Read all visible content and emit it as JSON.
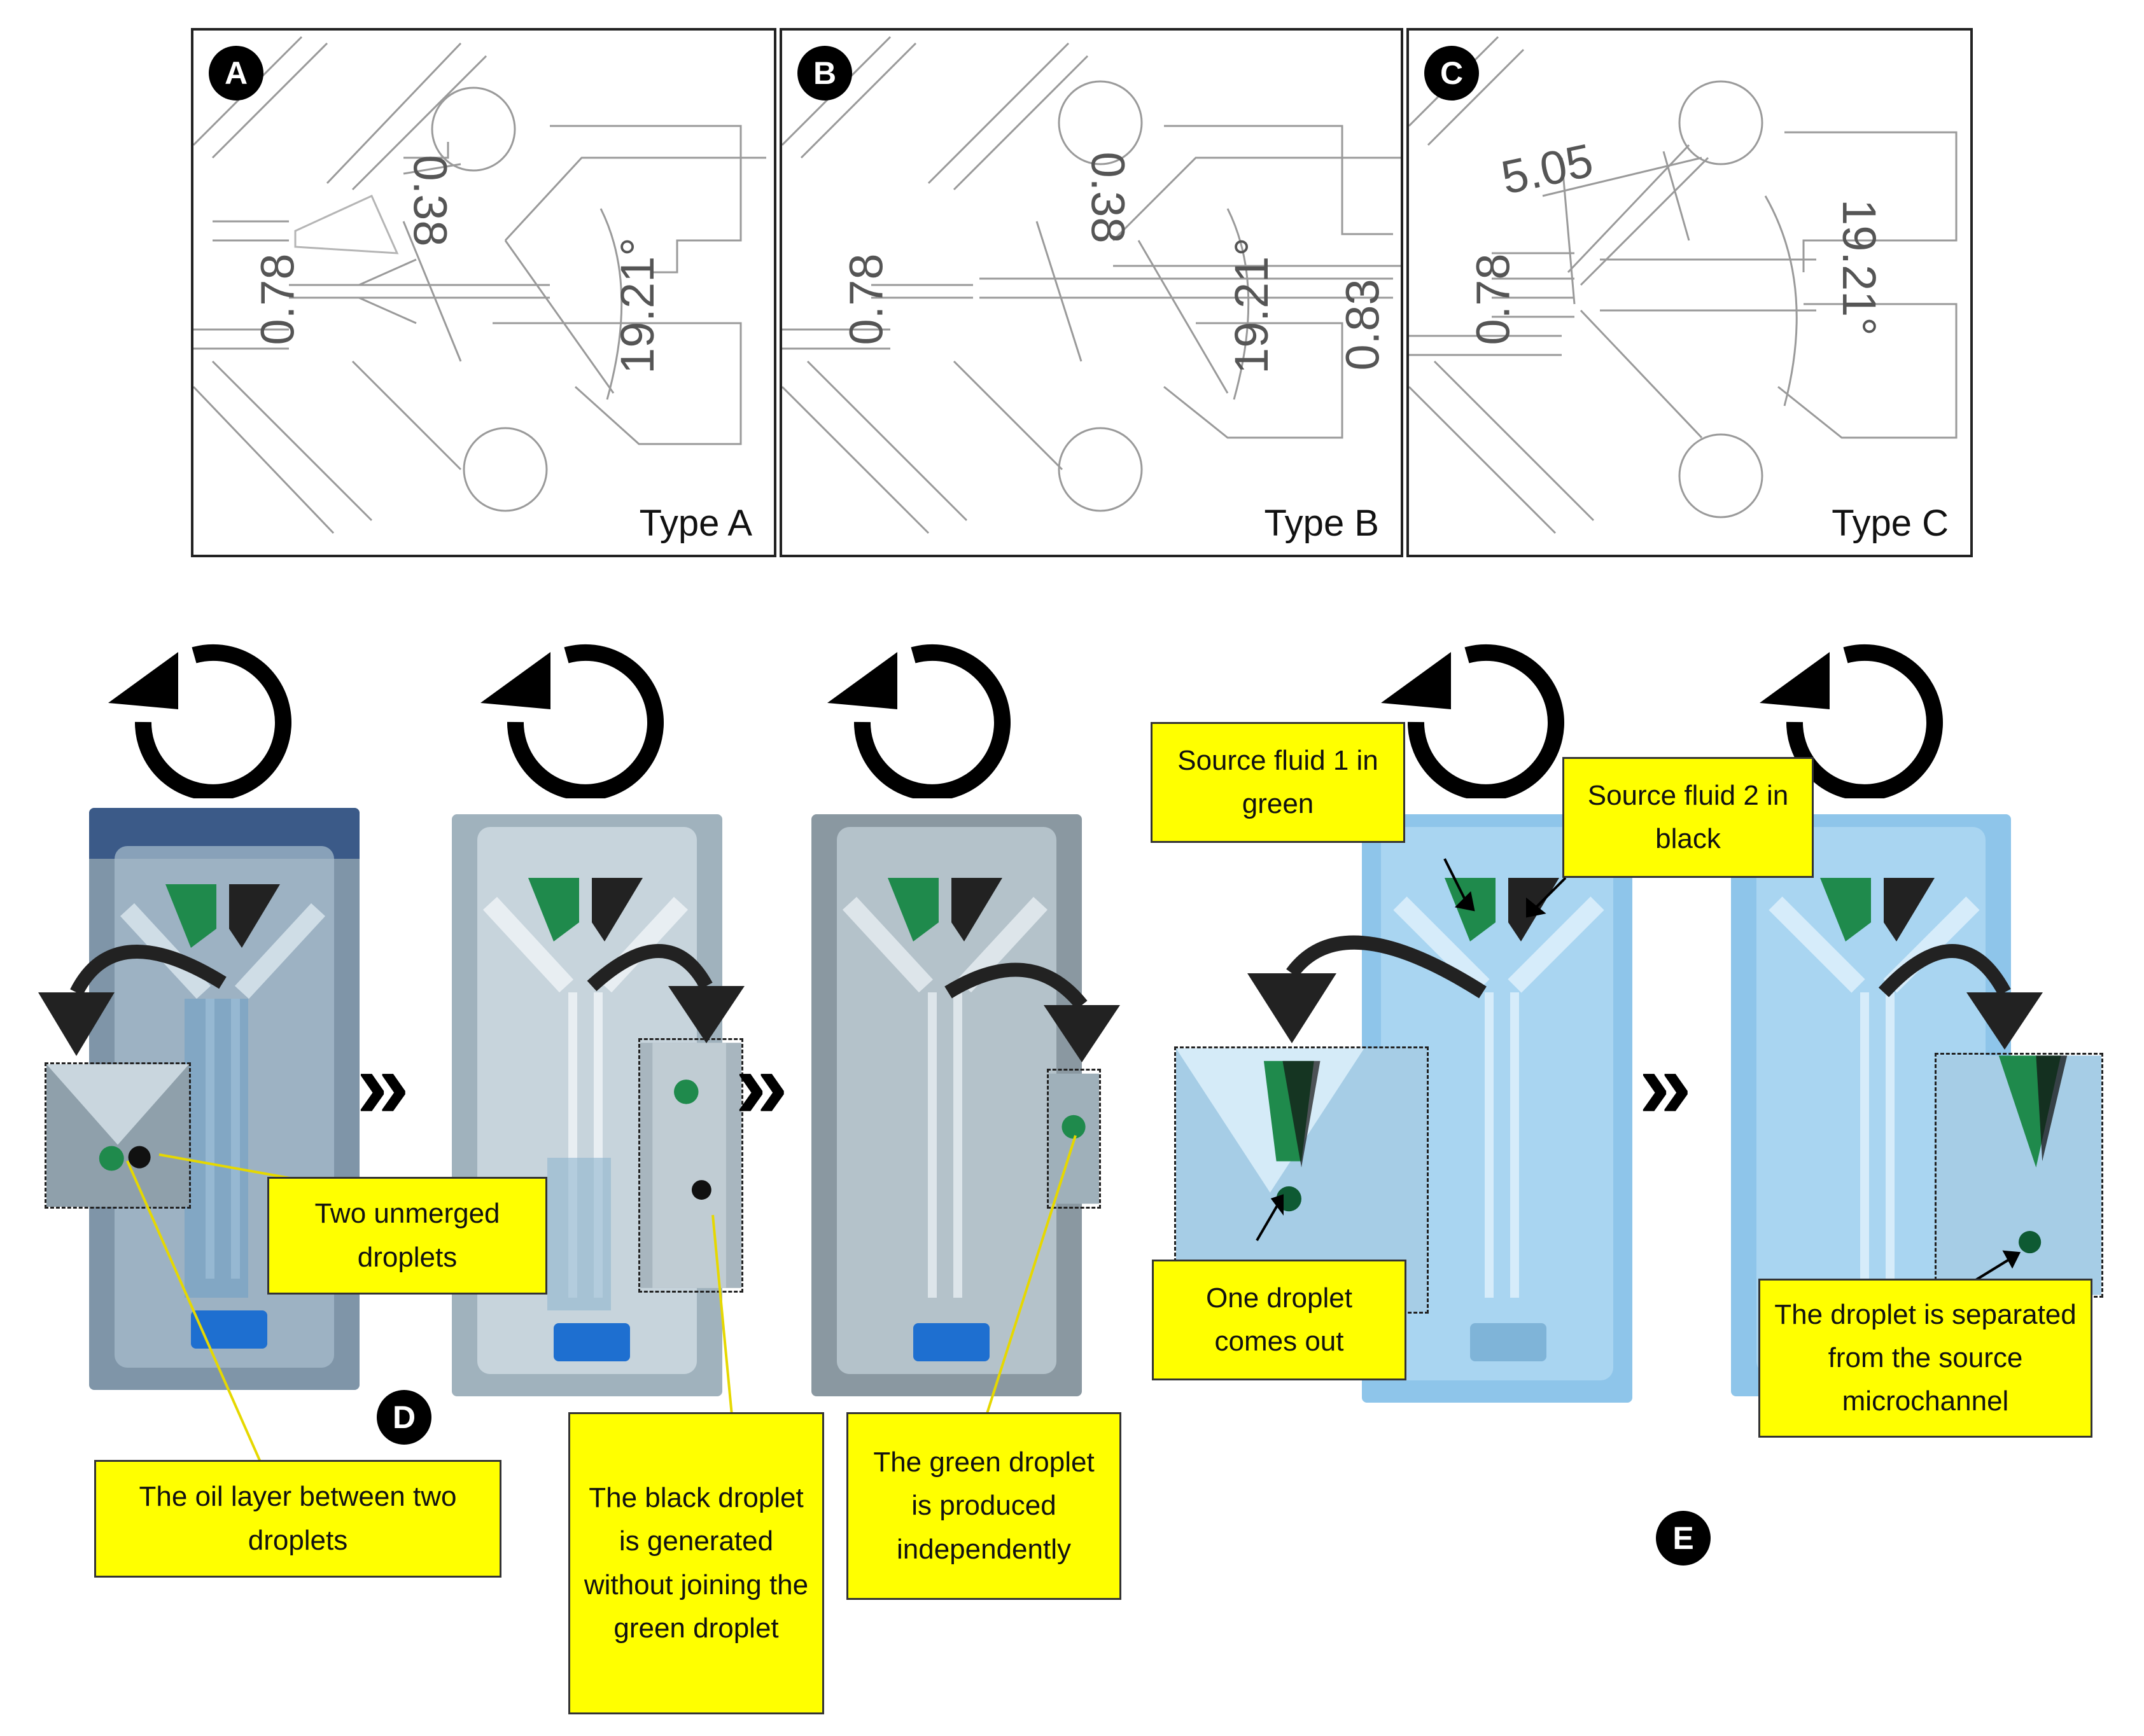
{
  "panels_top": [
    {
      "badge": "A",
      "type_label": "Type A",
      "dims": [
        "0.78",
        "0.38",
        "19.21°"
      ]
    },
    {
      "badge": "B",
      "type_label": "Type B",
      "dims": [
        "0.78",
        "0.38",
        "19.21°",
        "0.83"
      ]
    },
    {
      "badge": "C",
      "type_label": "Type C",
      "dims": [
        "0.78",
        "5.05",
        "19.21°"
      ]
    }
  ],
  "section_badges": {
    "d": "D",
    "e": "E"
  },
  "callouts": {
    "oil_layer": "The oil layer between two droplets",
    "two_unmerged": "Two unmerged droplets",
    "black_droplet": "The black droplet is generated without joining the green droplet",
    "green_droplet": "The green droplet is produced independently",
    "source1": "Source fluid 1 in green",
    "source2": "Source fluid 2 in black",
    "one_droplet": "One droplet comes out",
    "separated": "The droplet is separated from the source microchannel"
  },
  "icons": {
    "rotate": "rotate-counterclockwise-icon",
    "next": "double-chevron-right-icon",
    "pointer": "curved-arrow-down-icon"
  },
  "colors": {
    "callout_fill": "#ffff00",
    "pointer_line": "#e6d800",
    "green_fluid": "#1f8a4c",
    "blue_fluid": "#1e6fd0"
  }
}
